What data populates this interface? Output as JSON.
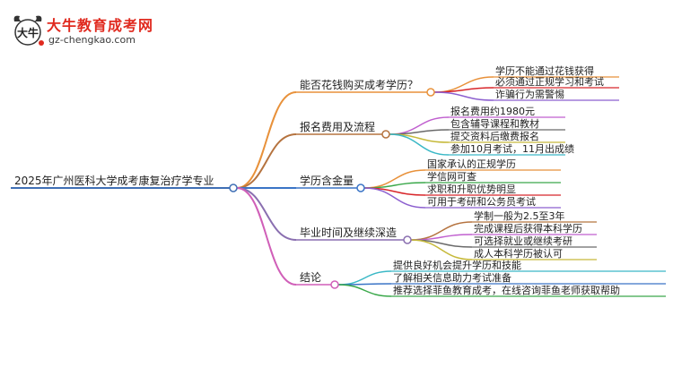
{
  "logo": {
    "title": "大牛教育成考网",
    "url": "gz-chengkao.com",
    "mark_text": "大牛"
  },
  "root": {
    "label": "2025年广州医科大学成考康复治疗学专业",
    "color": "#3f6fb5"
  },
  "branches": [
    {
      "label": "能否花钱购买成考学历？",
      "color": "#e8913a",
      "children": [
        {
          "label": "学历不能通过花钱获得",
          "color": "#e8913a"
        },
        {
          "label": "必须通过正规学习和考试",
          "color": "#d8262a"
        },
        {
          "label": "诈骗行为需警惕",
          "color": "#8c5fcf"
        }
      ]
    },
    {
      "label": "报名费用及流程",
      "color": "#b5733f",
      "children": [
        {
          "label": "报名费用约1980元",
          "color": "#c05fcf"
        },
        {
          "label": "包含辅导课程和教材",
          "color": "#6a6a6a"
        },
        {
          "label": "提交资料后缴费报名",
          "color": "#c6b93a"
        },
        {
          "label": "参加10月考试，11月出成绩",
          "color": "#3ab8c6"
        }
      ]
    },
    {
      "label": "学历含金量",
      "color": "#3a74c6",
      "children": [
        {
          "label": "国家承认的正规学历",
          "color": "#e8913a"
        },
        {
          "label": "学信网可查",
          "color": "#3aa84a"
        },
        {
          "label": "求职和升职优势明显",
          "color": "#d8262a"
        },
        {
          "label": "可用于考研和公务员考试",
          "color": "#8c5fcf"
        }
      ]
    },
    {
      "label": "毕业时间及继续深造",
      "color": "#8a6fb0",
      "children": [
        {
          "label": "学制一般为2.5至3年",
          "color": "#b5733f"
        },
        {
          "label": "完成课程后获得本科学历",
          "color": "#c05fcf"
        },
        {
          "label": "可选择就业或继续考研",
          "color": "#6a6a6a"
        },
        {
          "label": "成人本科学历被认可",
          "color": "#c6b93a"
        }
      ]
    },
    {
      "label": "结论",
      "color": "#d05fb8",
      "children": [
        {
          "label": "提供良好机会提升学历和技能",
          "color": "#3ab8c6"
        },
        {
          "label": "了解相关信息助力考试准备",
          "color": "#3a74c6"
        },
        {
          "label": "推荐选择菲鱼教育成考，在线咨询菲鱼老师获取帮助",
          "color": "#3aa84a"
        }
      ]
    }
  ]
}
